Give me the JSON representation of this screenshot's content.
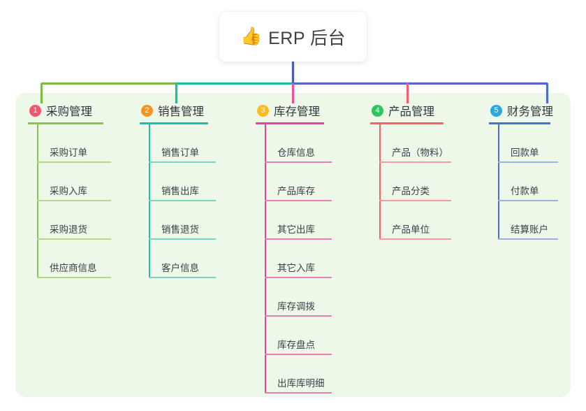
{
  "diagram": {
    "type": "mindmap-tree",
    "panel_color": "#eef8e9",
    "root": {
      "emoji_icon": "thumbs-up-icon",
      "emoji": "👍",
      "title": "ERP 后台",
      "trunk_color": "#4a5bc0"
    },
    "bus_colors": {
      "segment_left": "#7dbb46",
      "segment_mid": "#17bfa5",
      "segment_right": "#5566c4"
    },
    "branches": [
      {
        "number": "1",
        "title": "采购管理",
        "badge_color": "#f2556c",
        "line_color": "#8cc152",
        "leaf_line_color": "#b5d98c",
        "drop_color": "#7dbb46",
        "items": [
          "采购订单",
          "采购入库",
          "采购退货",
          "供应商信息"
        ]
      },
      {
        "number": "2",
        "title": "销售管理",
        "badge_color": "#f7941e",
        "line_color": "#17bfa5",
        "leaf_line_color": "#78d3c4",
        "drop_color": "#17bfa5",
        "items": [
          "销售订单",
          "销售出库",
          "销售退货",
          "客户信息"
        ]
      },
      {
        "number": "3",
        "title": "库存管理",
        "badge_color": "#fbbb21",
        "line_color": "#e8419a",
        "leaf_line_color": "#e87fb5",
        "drop_color": "#ec4f9c",
        "items": [
          "仓库信息",
          "产品库存",
          "其它出库",
          "其它入库",
          "库存调拨",
          "库存盘点",
          "出库库明细"
        ]
      },
      {
        "number": "4",
        "title": "产品管理",
        "badge_color": "#2ec460",
        "line_color": "#f4606c",
        "leaf_line_color": "#f59ba1",
        "drop_color": "#f4606c",
        "items": [
          "产品（物料）",
          "产品分类",
          "产品单位"
        ]
      },
      {
        "number": "5",
        "title": "财务管理",
        "badge_color": "#27a9e1",
        "line_color": "#4a6fd0",
        "leaf_line_color": "#9bb2e0",
        "drop_color": "#4a6fd0",
        "items": [
          "回款单",
          "付款单",
          "结算账户"
        ]
      }
    ]
  }
}
